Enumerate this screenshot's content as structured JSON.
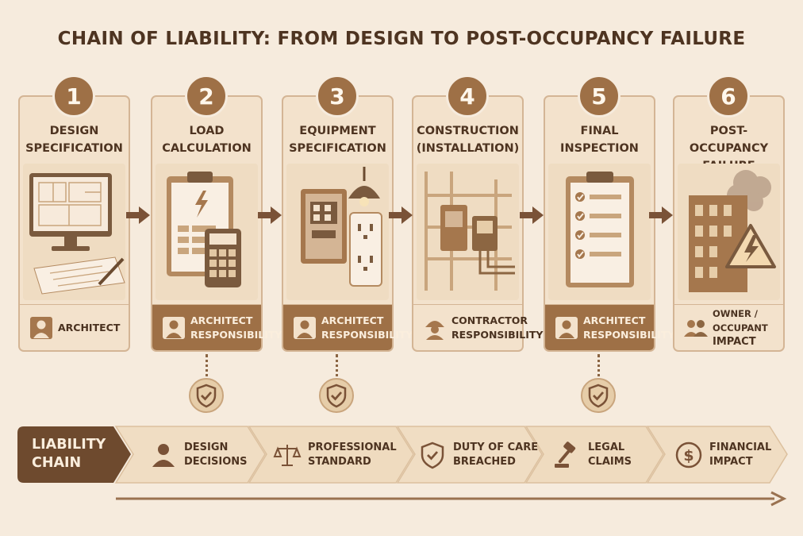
{
  "title": "CHAIN OF LIABILITY: FROM DESIGN TO POST-OCCUPANCY FAILURE",
  "colors": {
    "background": "#f6ebdd",
    "card": "#f3e2cc",
    "accent": "#9e7046",
    "text": "#4e3421"
  },
  "steps": [
    {
      "number": "1",
      "title_line1": "DESIGN",
      "title_line2": "SPECIFICATION",
      "illustration": "computer-blueprint-icon",
      "party_icon": "person-icon",
      "party_line1": "ARCHITECT",
      "party_line2": "",
      "highlight": false
    },
    {
      "number": "2",
      "title_line1": "LOAD",
      "title_line2": "CALCULATION",
      "illustration": "clipboard-calculator-icon",
      "party_icon": "person-icon",
      "party_line1": "ARCHITECT",
      "party_line2": "RESPONSIBILITY",
      "highlight": true
    },
    {
      "number": "3",
      "title_line1": "EQUIPMENT",
      "title_line2": "SPECIFICATION",
      "illustration": "electrical-panel-outlet-icon",
      "party_icon": "person-icon",
      "party_line1": "ARCHITECT",
      "party_line2": "RESPONSIBILITY",
      "highlight": true
    },
    {
      "number": "4",
      "title_line1": "CONSTRUCTION",
      "title_line2": "(INSTALLATION)",
      "illustration": "construction-site-icon",
      "party_icon": "hardhat-worker-icon",
      "party_line1": "CONTRACTOR",
      "party_line2": "RESPONSIBILITY",
      "highlight": false
    },
    {
      "number": "5",
      "title_line1": "FINAL",
      "title_line2": "INSPECTION",
      "illustration": "checklist-clipboard-icon",
      "party_icon": "person-icon",
      "party_line1": "ARCHITECT",
      "party_line2": "RESPONSIBILITY",
      "highlight": true
    },
    {
      "number": "6",
      "title_line1": "POST-OCCUPANCY",
      "title_line2": "FAILURE",
      "illustration": "burning-building-icon",
      "party_icon": "group-icon",
      "party_line1": "OWNER / OCCUPANT",
      "party_line2": "IMPACT",
      "highlight": false
    }
  ],
  "chain": {
    "head_line1": "LIABILITY",
    "head_line2": "CHAIN",
    "segments": [
      {
        "icon": "person-icon",
        "line1": "DESIGN",
        "line2": "DECISIONS"
      },
      {
        "icon": "scales-icon",
        "line1": "PROFESSIONAL",
        "line2": "STANDARD"
      },
      {
        "icon": "shield-check-icon",
        "line1": "DUTY OF CARE",
        "line2": "BREACHED"
      },
      {
        "icon": "gavel-icon",
        "line1": "LEGAL",
        "line2": "CLAIMS"
      },
      {
        "icon": "dollar-icon",
        "line1": "FINANCIAL",
        "line2": "IMPACT"
      }
    ]
  }
}
